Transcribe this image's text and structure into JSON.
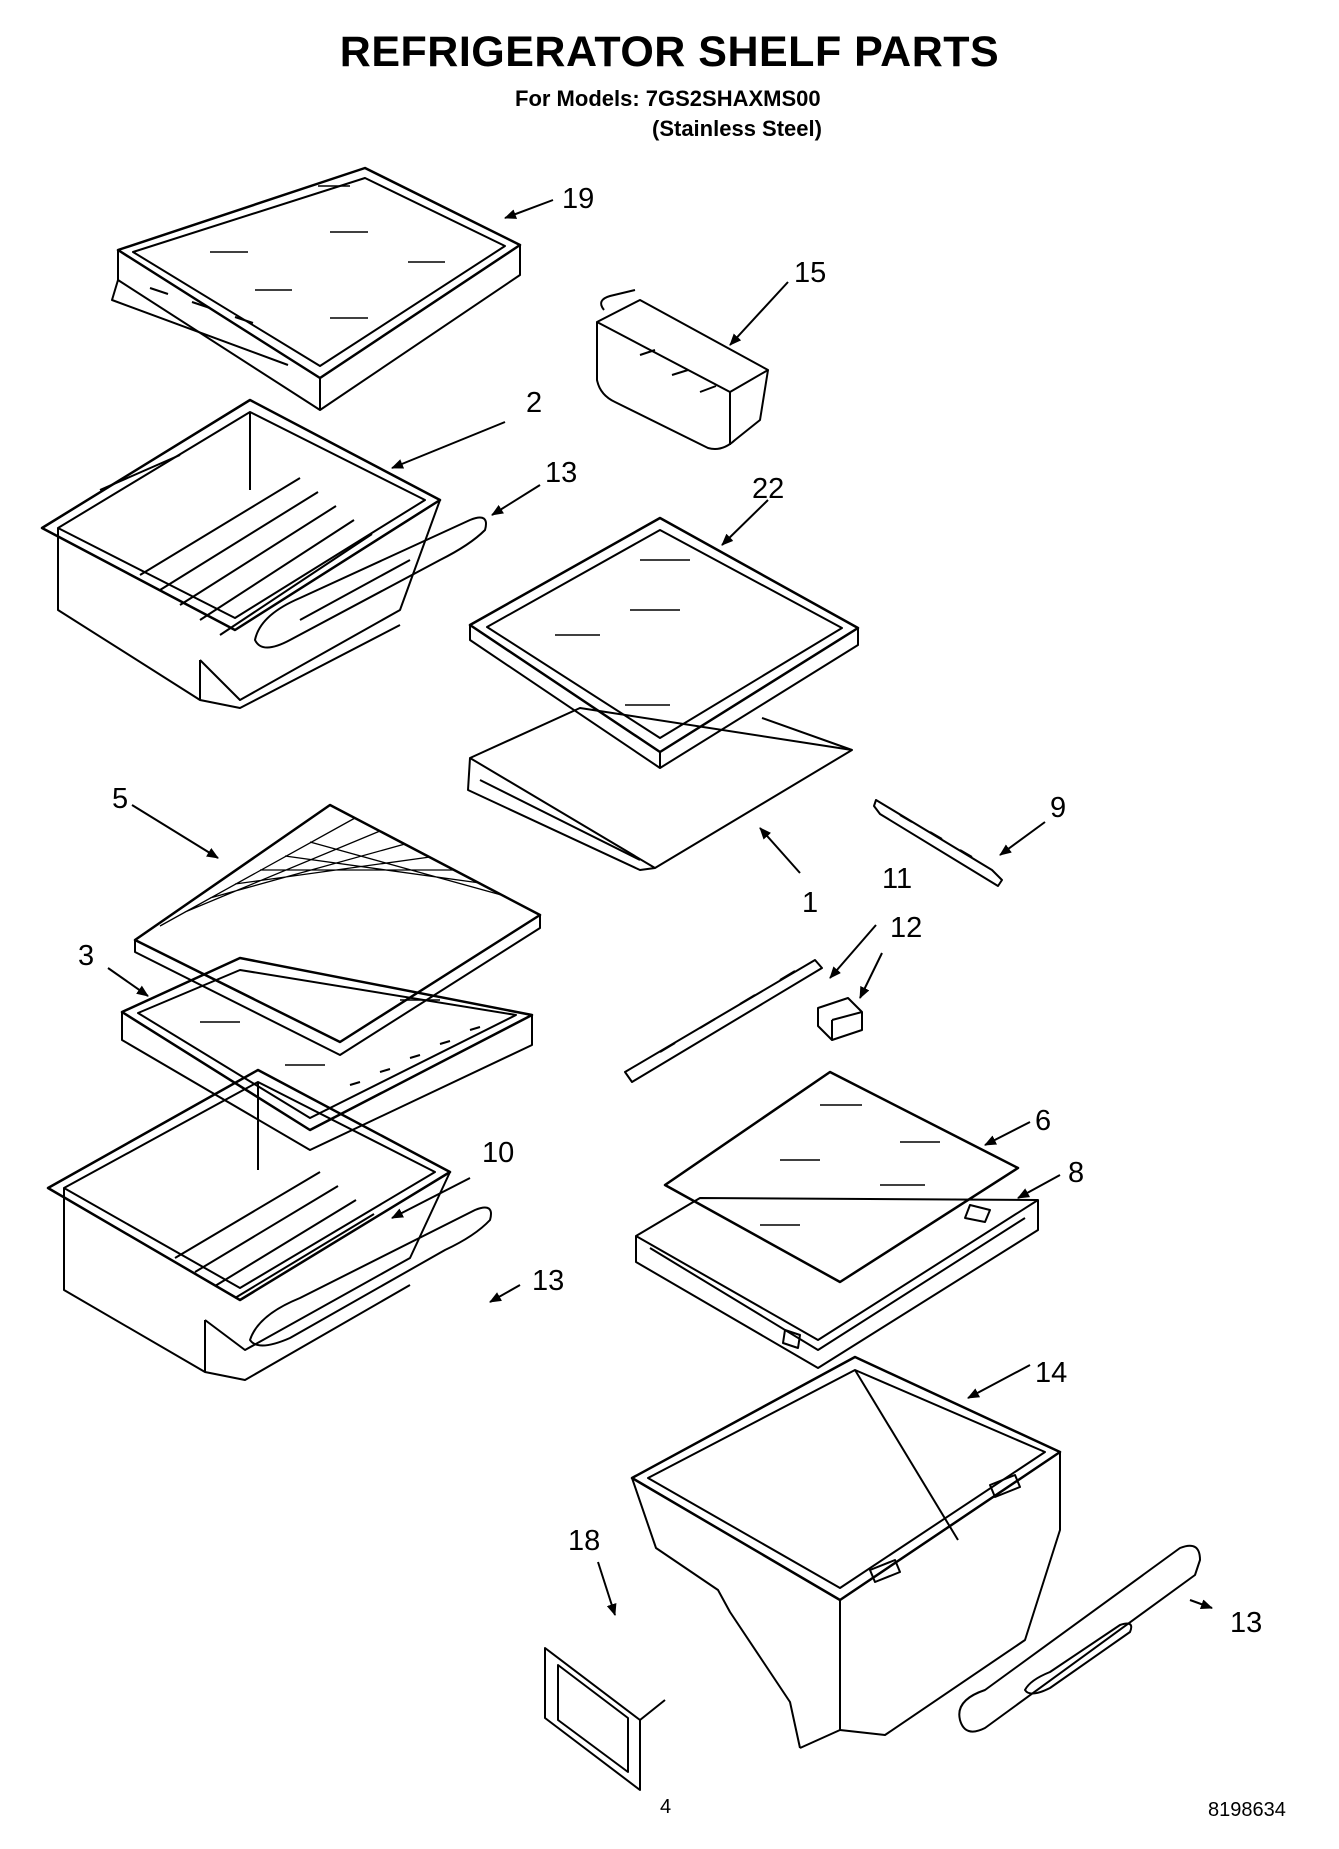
{
  "header": {
    "title": "REFRIGERATOR SHELF PARTS",
    "models_line": "For Models: 7GS2SHAXMS00",
    "variant_line": "(Stainless Steel)"
  },
  "callouts": {
    "c19": "19",
    "c15": "15",
    "c2": "2",
    "c13a": "13",
    "c22": "22",
    "c5": "5",
    "c9": "9",
    "c1": "1",
    "c11": "11",
    "c12": "12",
    "c3": "3",
    "c10": "10",
    "c6": "6",
    "c8": "8",
    "c13b": "13",
    "c14": "14",
    "c18": "18",
    "c13c": "13"
  },
  "footer": {
    "page_number": "4",
    "doc_number": "8198634"
  }
}
